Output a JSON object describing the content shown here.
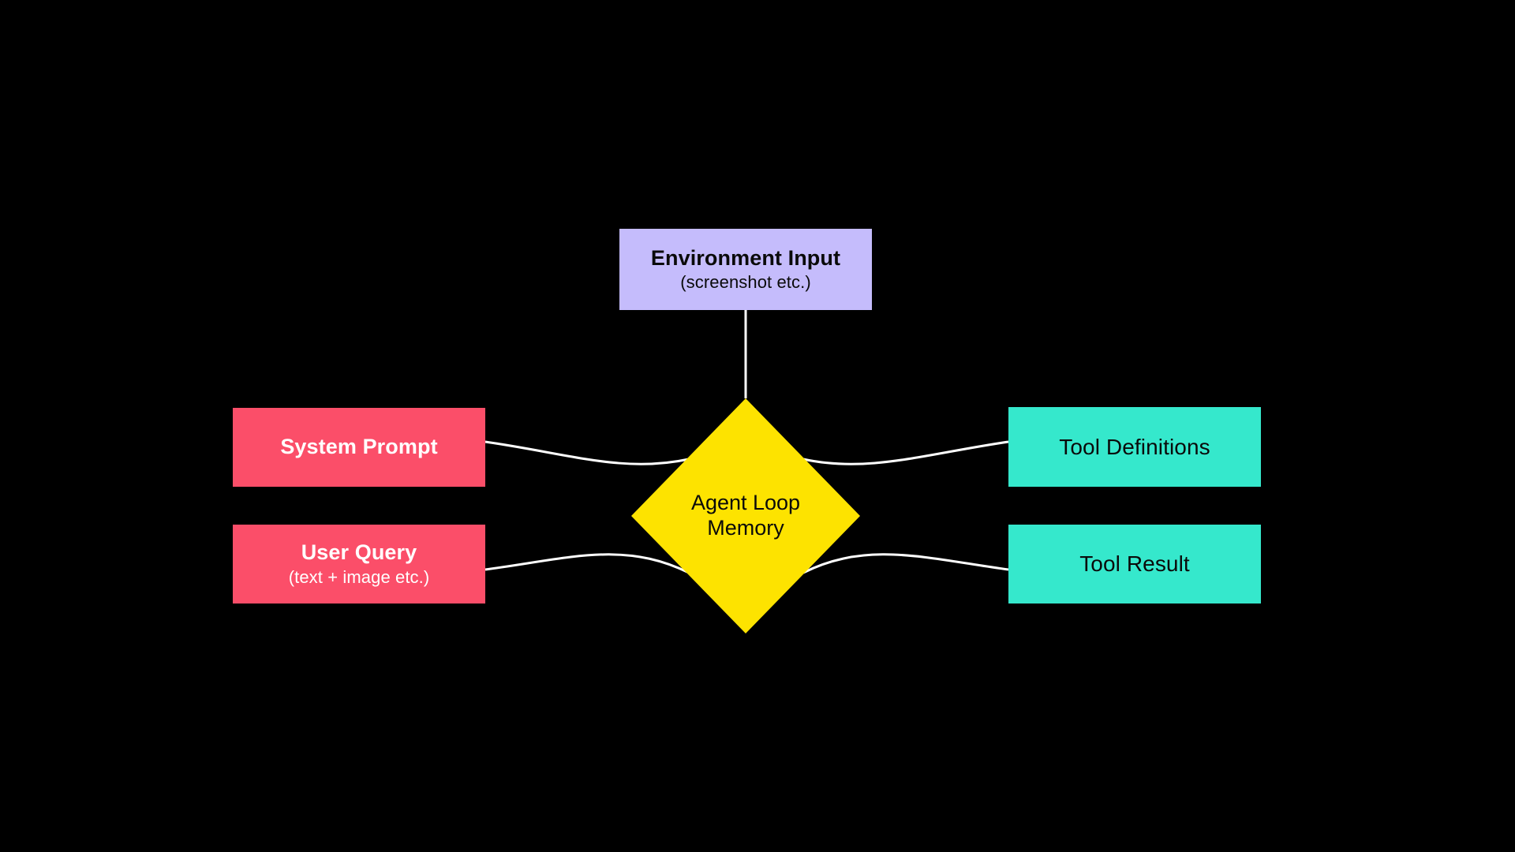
{
  "diagram": {
    "background_color": "#000000",
    "edge_color": "#ffffff",
    "nodes": {
      "environment_input": {
        "title": "Environment Input",
        "subtitle": "(screenshot etc.)",
        "fill": "#c5bcfc",
        "text_color": "#0a0a0a",
        "shape": "rectangle"
      },
      "system_prompt": {
        "title": "System Prompt",
        "subtitle": "",
        "fill": "#fb4e69",
        "text_color": "#ffffff",
        "shape": "rectangle"
      },
      "user_query": {
        "title": "User Query",
        "subtitle": "(text + image etc.)",
        "fill": "#fb4e69",
        "text_color": "#ffffff",
        "shape": "rectangle"
      },
      "tool_definitions": {
        "title": "Tool Definitions",
        "subtitle": "",
        "fill": "#35e8cc",
        "text_color": "#0a0a0a",
        "shape": "rectangle"
      },
      "tool_result": {
        "title": "Tool Result",
        "subtitle": "",
        "fill": "#35e8cc",
        "text_color": "#0a0a0a",
        "shape": "rectangle"
      },
      "agent_loop_memory": {
        "line1": "Agent Loop",
        "line2": "Memory",
        "fill": "#fde300",
        "text_color": "#0a0a0a",
        "shape": "diamond"
      }
    },
    "edges": [
      {
        "from": "environment_input",
        "to": "agent_loop_memory",
        "style": "straight"
      },
      {
        "from": "system_prompt",
        "to": "agent_loop_memory",
        "style": "curved"
      },
      {
        "from": "user_query",
        "to": "agent_loop_memory",
        "style": "curved"
      },
      {
        "from": "agent_loop_memory",
        "to": "tool_definitions",
        "style": "curved"
      },
      {
        "from": "agent_loop_memory",
        "to": "tool_result",
        "style": "curved"
      }
    ]
  }
}
